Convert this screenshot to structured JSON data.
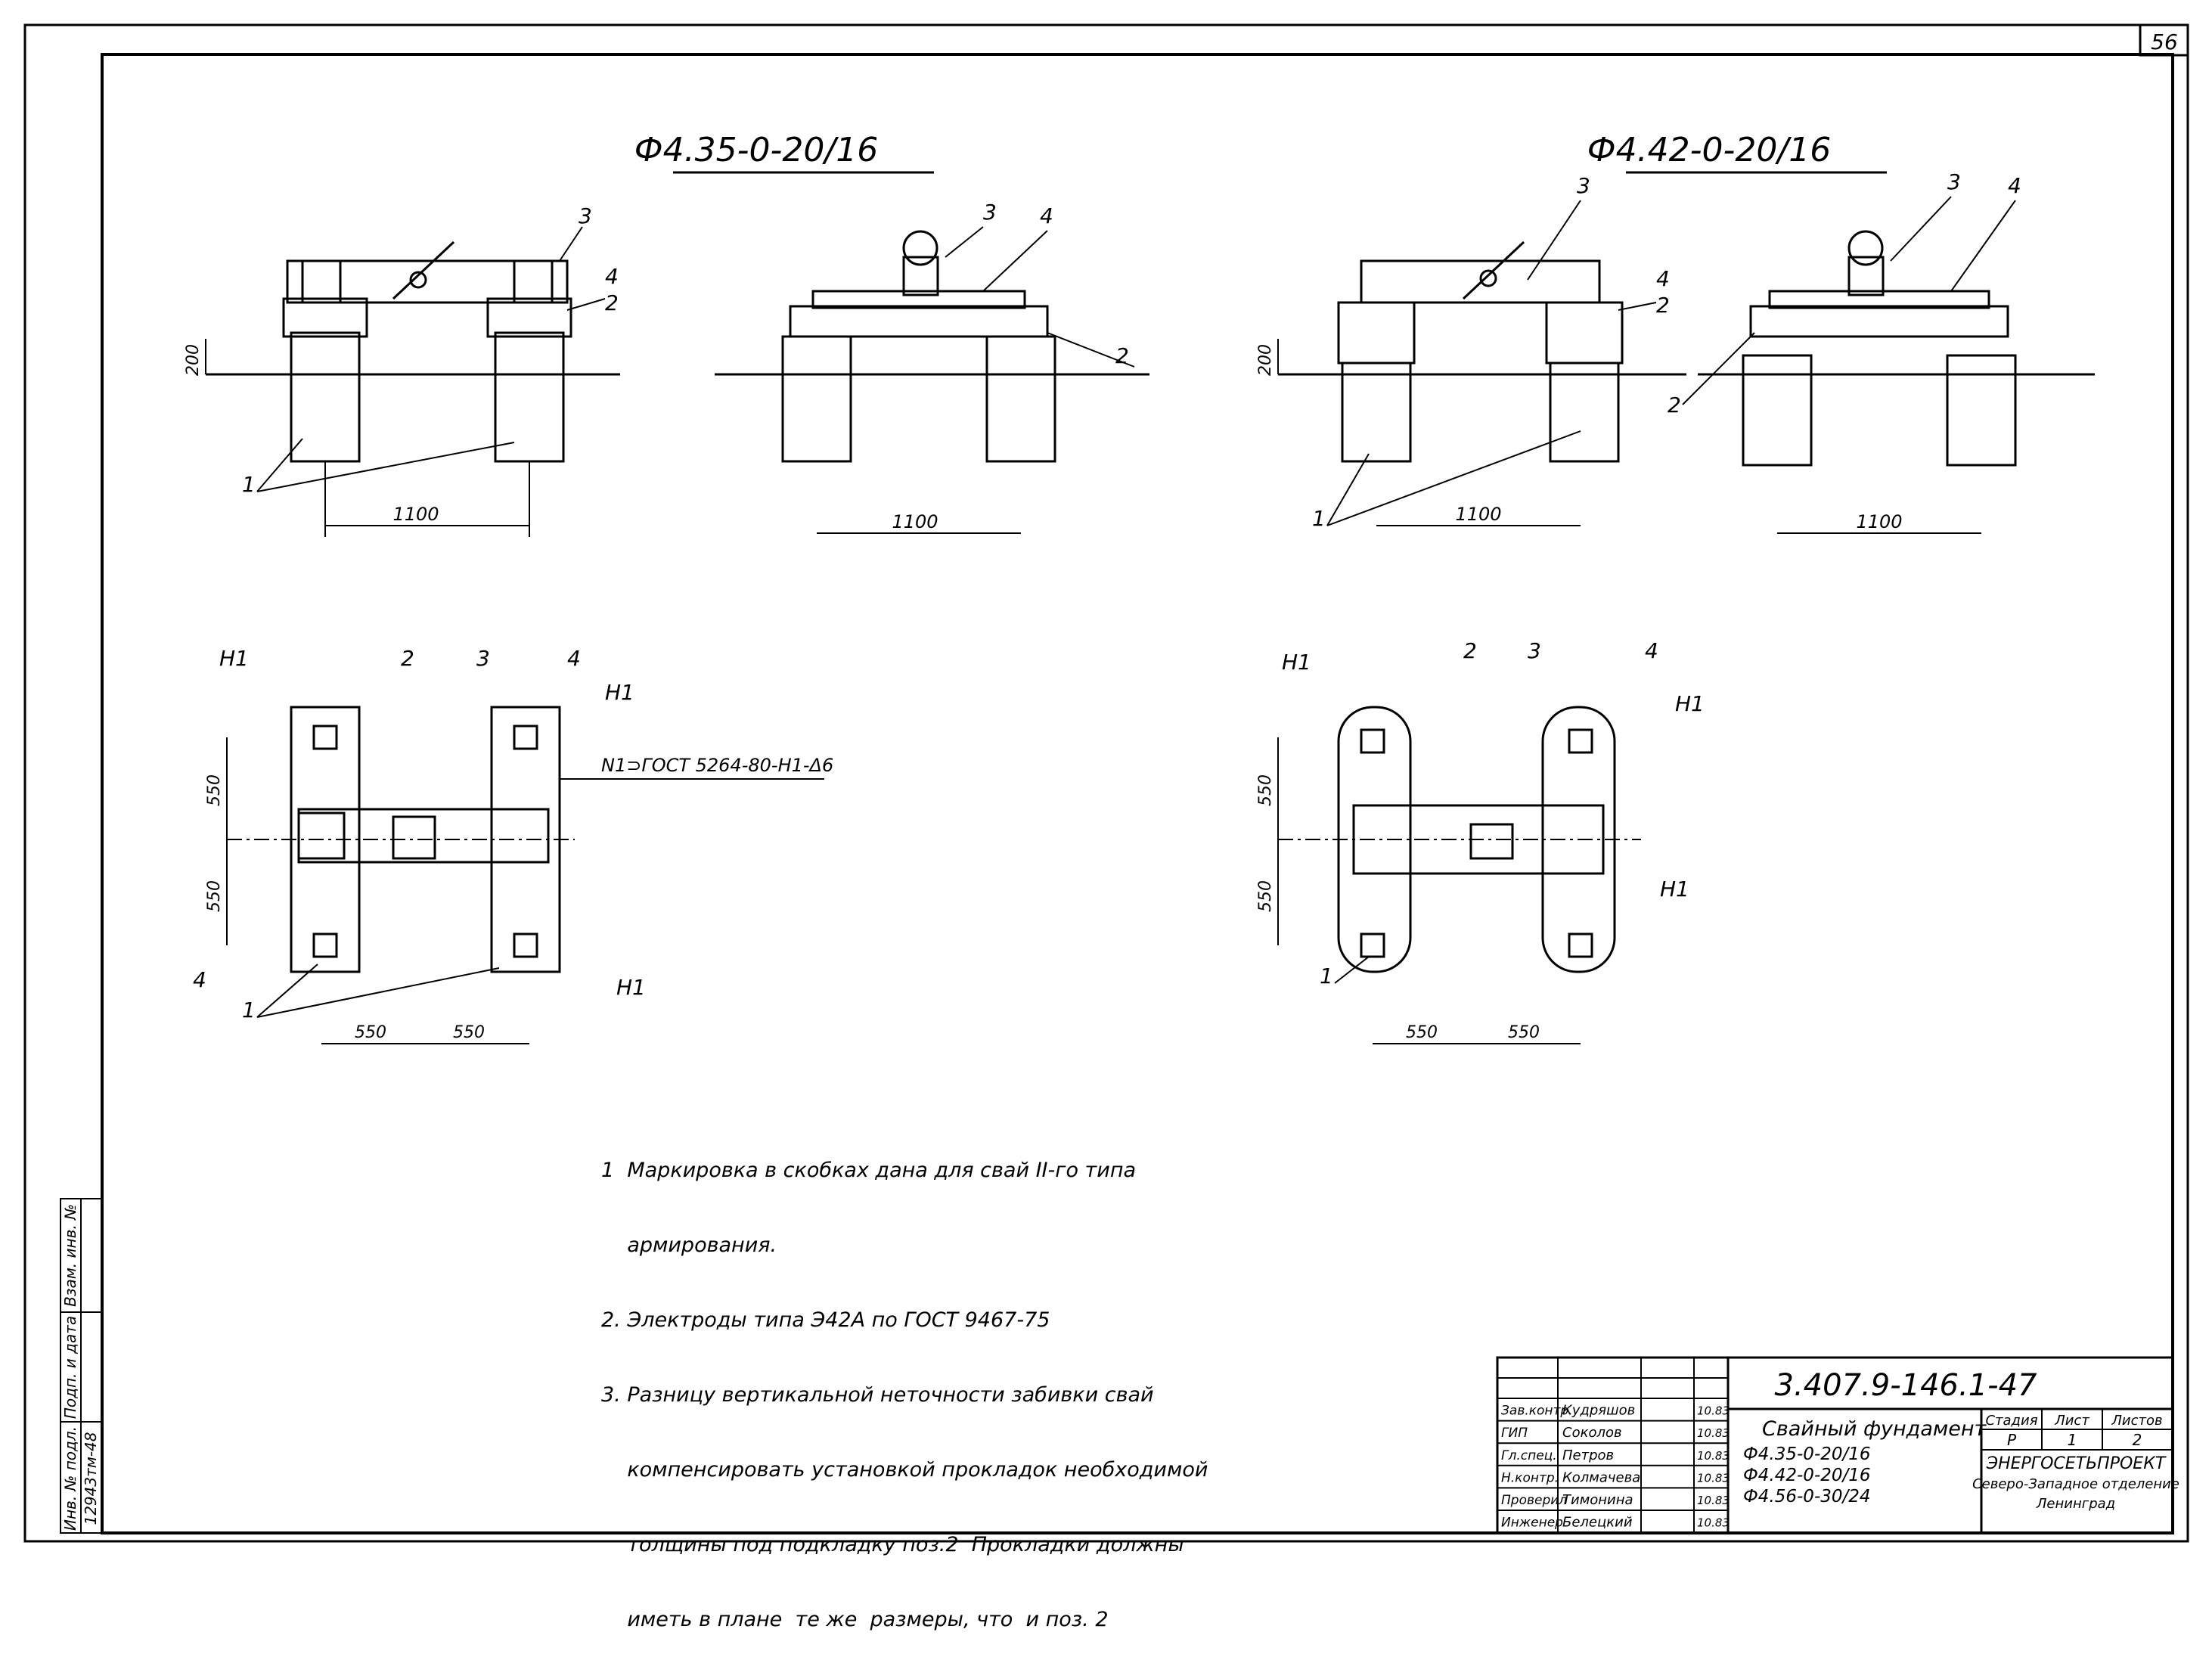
{
  "sheet_number": "56",
  "views": {
    "left_title": "Ф4.35-0-20/16",
    "right_title": "Ф4.42-0-20/16",
    "dim_200": "200",
    "dim_1100": "1100",
    "dim_550": "550",
    "weld_spec": "N1⊃ГОСТ 5264-80-Н1-Δ6",
    "marks": {
      "m1": "1",
      "m2": "2",
      "m3": "3",
      "m4": "4",
      "n1": "Н1"
    }
  },
  "notes": [
    "1  Маркировка в скобках дана для свай II-го типа",
    "    армирования.",
    "2. Электроды типа Э42А по ГОСТ 9467-75",
    "3. Разницу вертикальной неточности забивки свай",
    "    компенсировать установкой прокладок необходимой",
    "    толщины под подкладку поз.2  Прокладки должны",
    "    иметь в плане  те же  размеры, что  и поз. 2"
  ],
  "left_strip": {
    "c1": "Инв. № подл.",
    "c2": "Подп. и дата",
    "c3": "Взам. инв. №",
    "inv_no": "12943тм-48"
  },
  "title_block": {
    "doc_code": "3.407.9-146.1-47",
    "title": "Свайный фундамент",
    "marks": [
      "Ф4.35-0-20/16",
      "Ф4.42-0-20/16",
      "Ф4.56-0-30/24"
    ],
    "roles": [
      {
        "role": "Зав.контр.",
        "name": "Кудряшов",
        "date": "10.83"
      },
      {
        "role": "ГИП",
        "name": "Соколов",
        "date": "10.83"
      },
      {
        "role": "Гл.спец.",
        "name": "Петров",
        "date": "10.83"
      },
      {
        "role": "Н.контр.",
        "name": "Колмачева",
        "date": "10.83"
      },
      {
        "role": "Проверил",
        "name": "Тимонина",
        "date": "10.83"
      },
      {
        "role": "Инженер",
        "name": "Белецкий",
        "date": "10.83"
      }
    ],
    "stage_label": "Стадия",
    "sheet_label": "Лист",
    "sheets_label": "Листов",
    "stage": "Р",
    "sheet": "1",
    "sheets": "2",
    "org_line1": "ЭНЕРГОСЕТЬПРОЕКТ",
    "org_line2": "Северо-Западное отделение",
    "org_line3": "Ленинград"
  }
}
